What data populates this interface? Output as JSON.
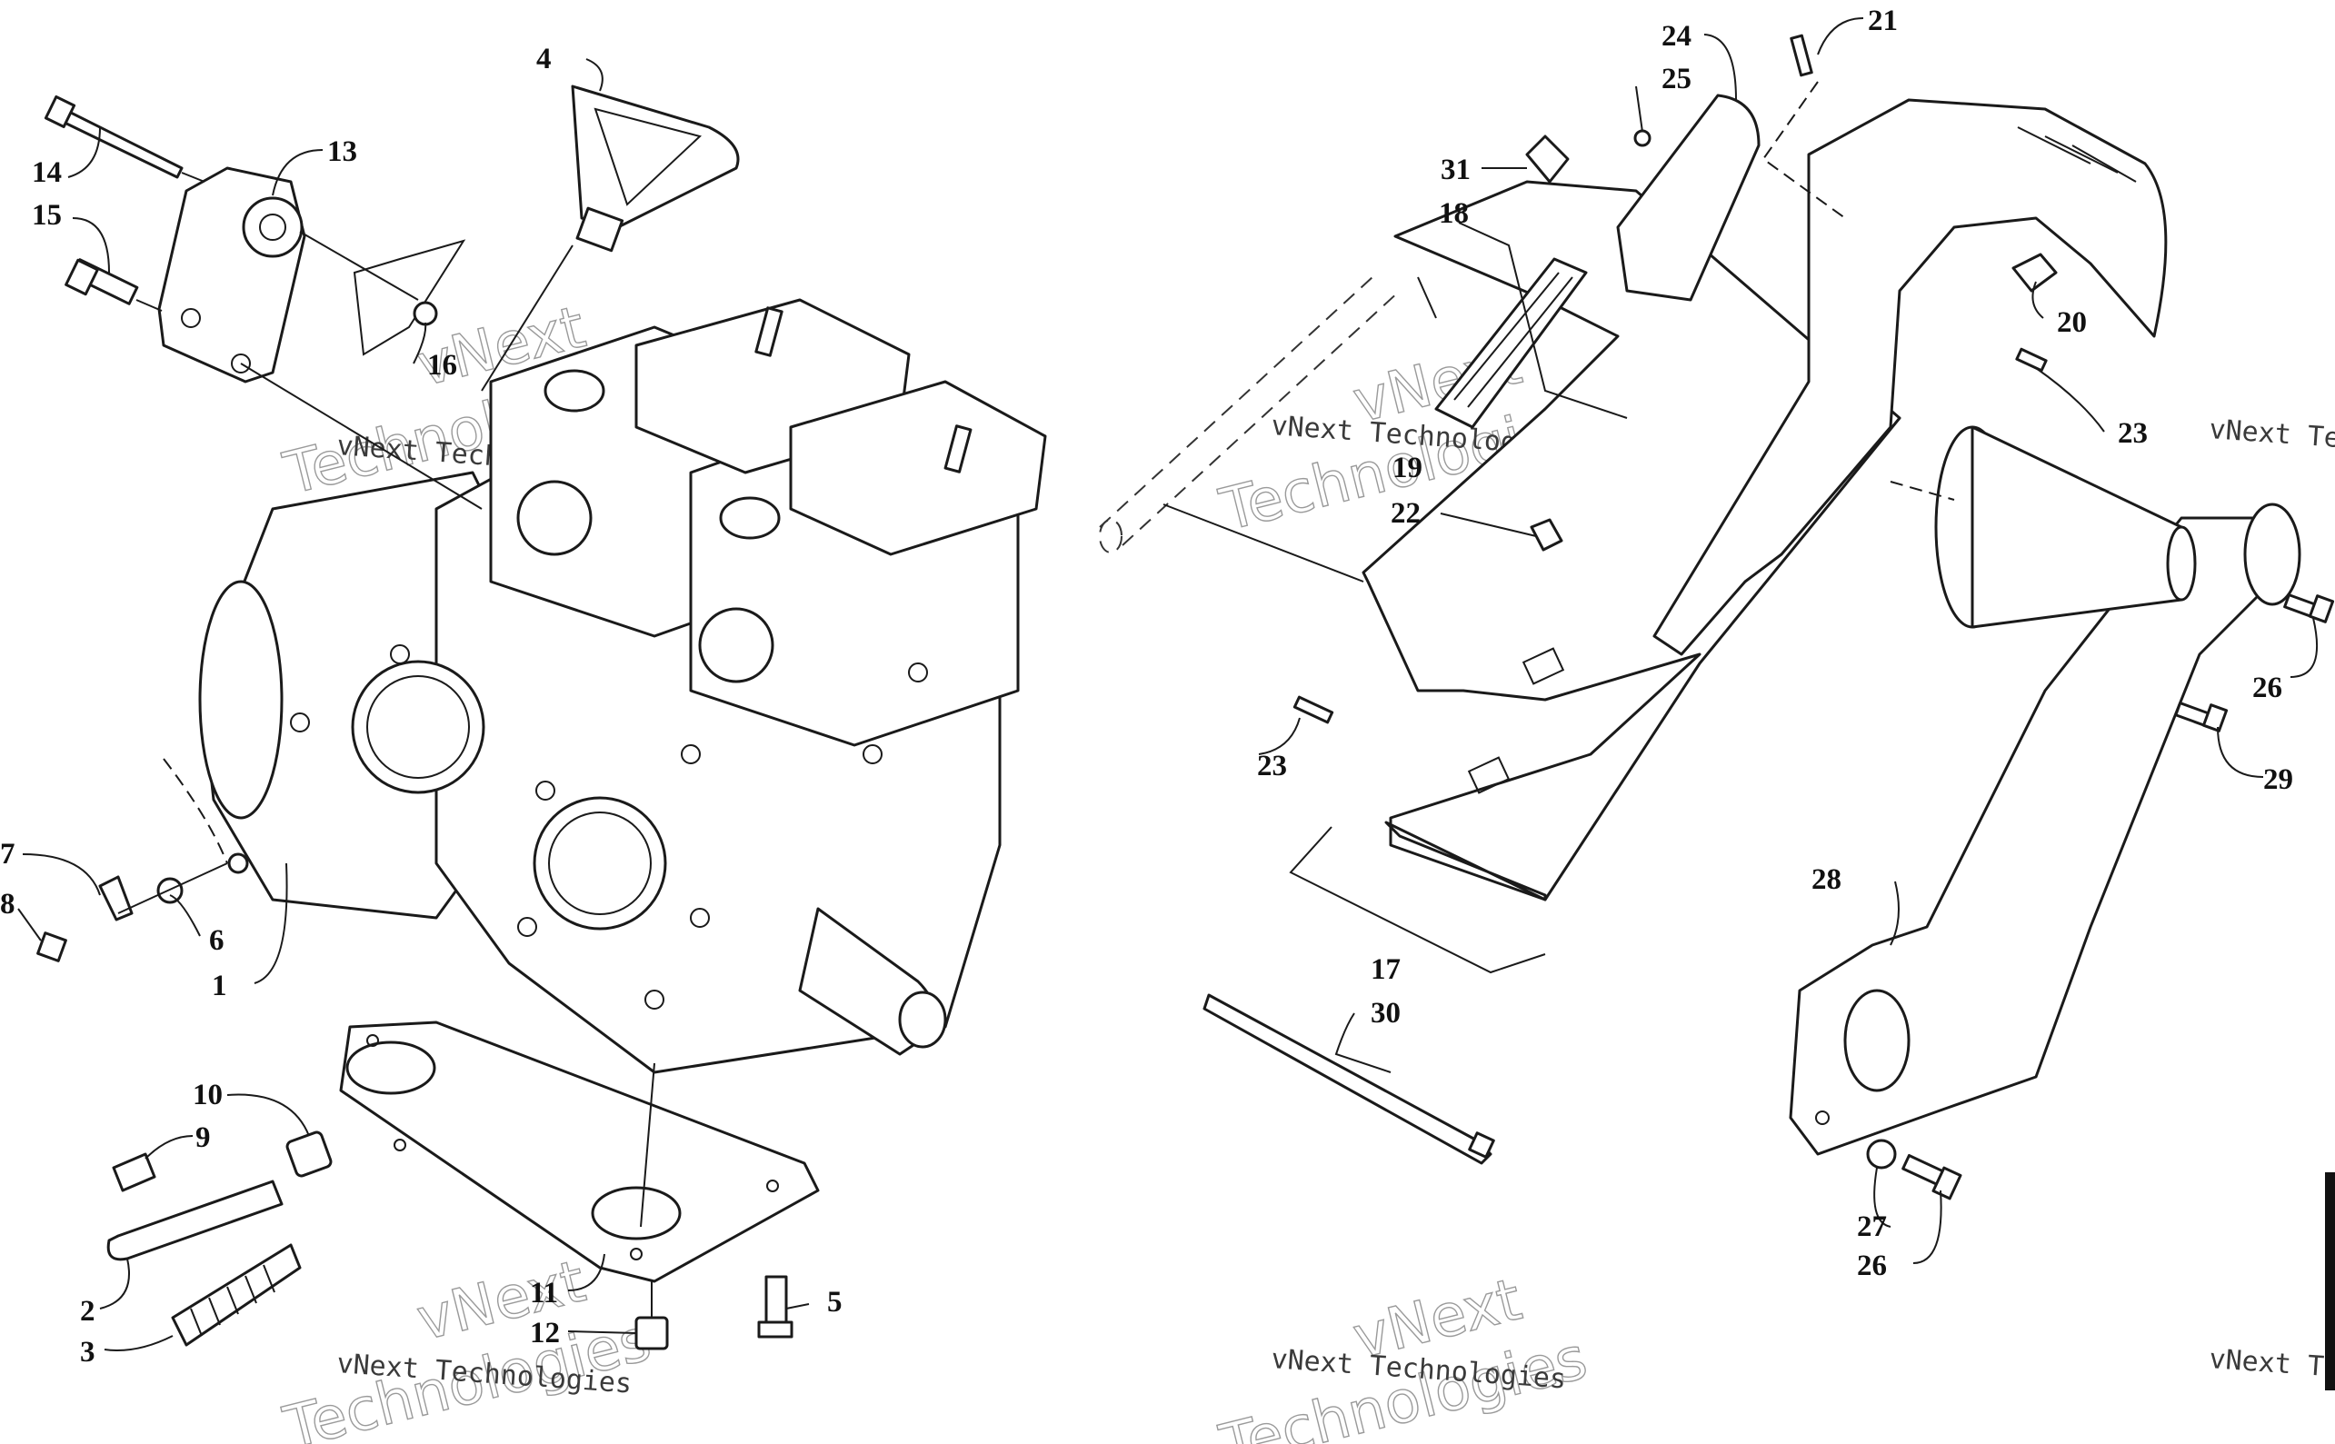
{
  "callouts": [
    {
      "id": "1",
      "label": "1"
    },
    {
      "id": "2",
      "label": "2"
    },
    {
      "id": "3",
      "label": "3"
    },
    {
      "id": "4",
      "label": "4"
    },
    {
      "id": "5",
      "label": "5"
    },
    {
      "id": "6",
      "label": "6"
    },
    {
      "id": "7",
      "label": "7"
    },
    {
      "id": "8",
      "label": "8"
    },
    {
      "id": "9",
      "label": "9"
    },
    {
      "id": "10",
      "label": "10"
    },
    {
      "id": "11",
      "label": "11"
    },
    {
      "id": "12",
      "label": "12"
    },
    {
      "id": "13",
      "label": "13"
    },
    {
      "id": "14",
      "label": "14"
    },
    {
      "id": "15",
      "label": "15"
    },
    {
      "id": "16",
      "label": "16"
    },
    {
      "id": "17",
      "label": "17"
    },
    {
      "id": "18",
      "label": "18"
    },
    {
      "id": "19",
      "label": "19"
    },
    {
      "id": "20",
      "label": "20"
    },
    {
      "id": "21",
      "label": "21"
    },
    {
      "id": "22",
      "label": "22"
    },
    {
      "id": "23a",
      "label": "23"
    },
    {
      "id": "23b",
      "label": "23"
    },
    {
      "id": "24",
      "label": "24"
    },
    {
      "id": "25",
      "label": "25"
    },
    {
      "id": "26a",
      "label": "26"
    },
    {
      "id": "26b",
      "label": "26"
    },
    {
      "id": "27",
      "label": "27"
    },
    {
      "id": "28",
      "label": "28"
    },
    {
      "id": "29",
      "label": "29"
    },
    {
      "id": "30",
      "label": "30"
    },
    {
      "id": "31",
      "label": "31"
    }
  ],
  "watermark": {
    "line1": "vNext",
    "line2": "Technologies",
    "caption": "vNext Technologies"
  }
}
